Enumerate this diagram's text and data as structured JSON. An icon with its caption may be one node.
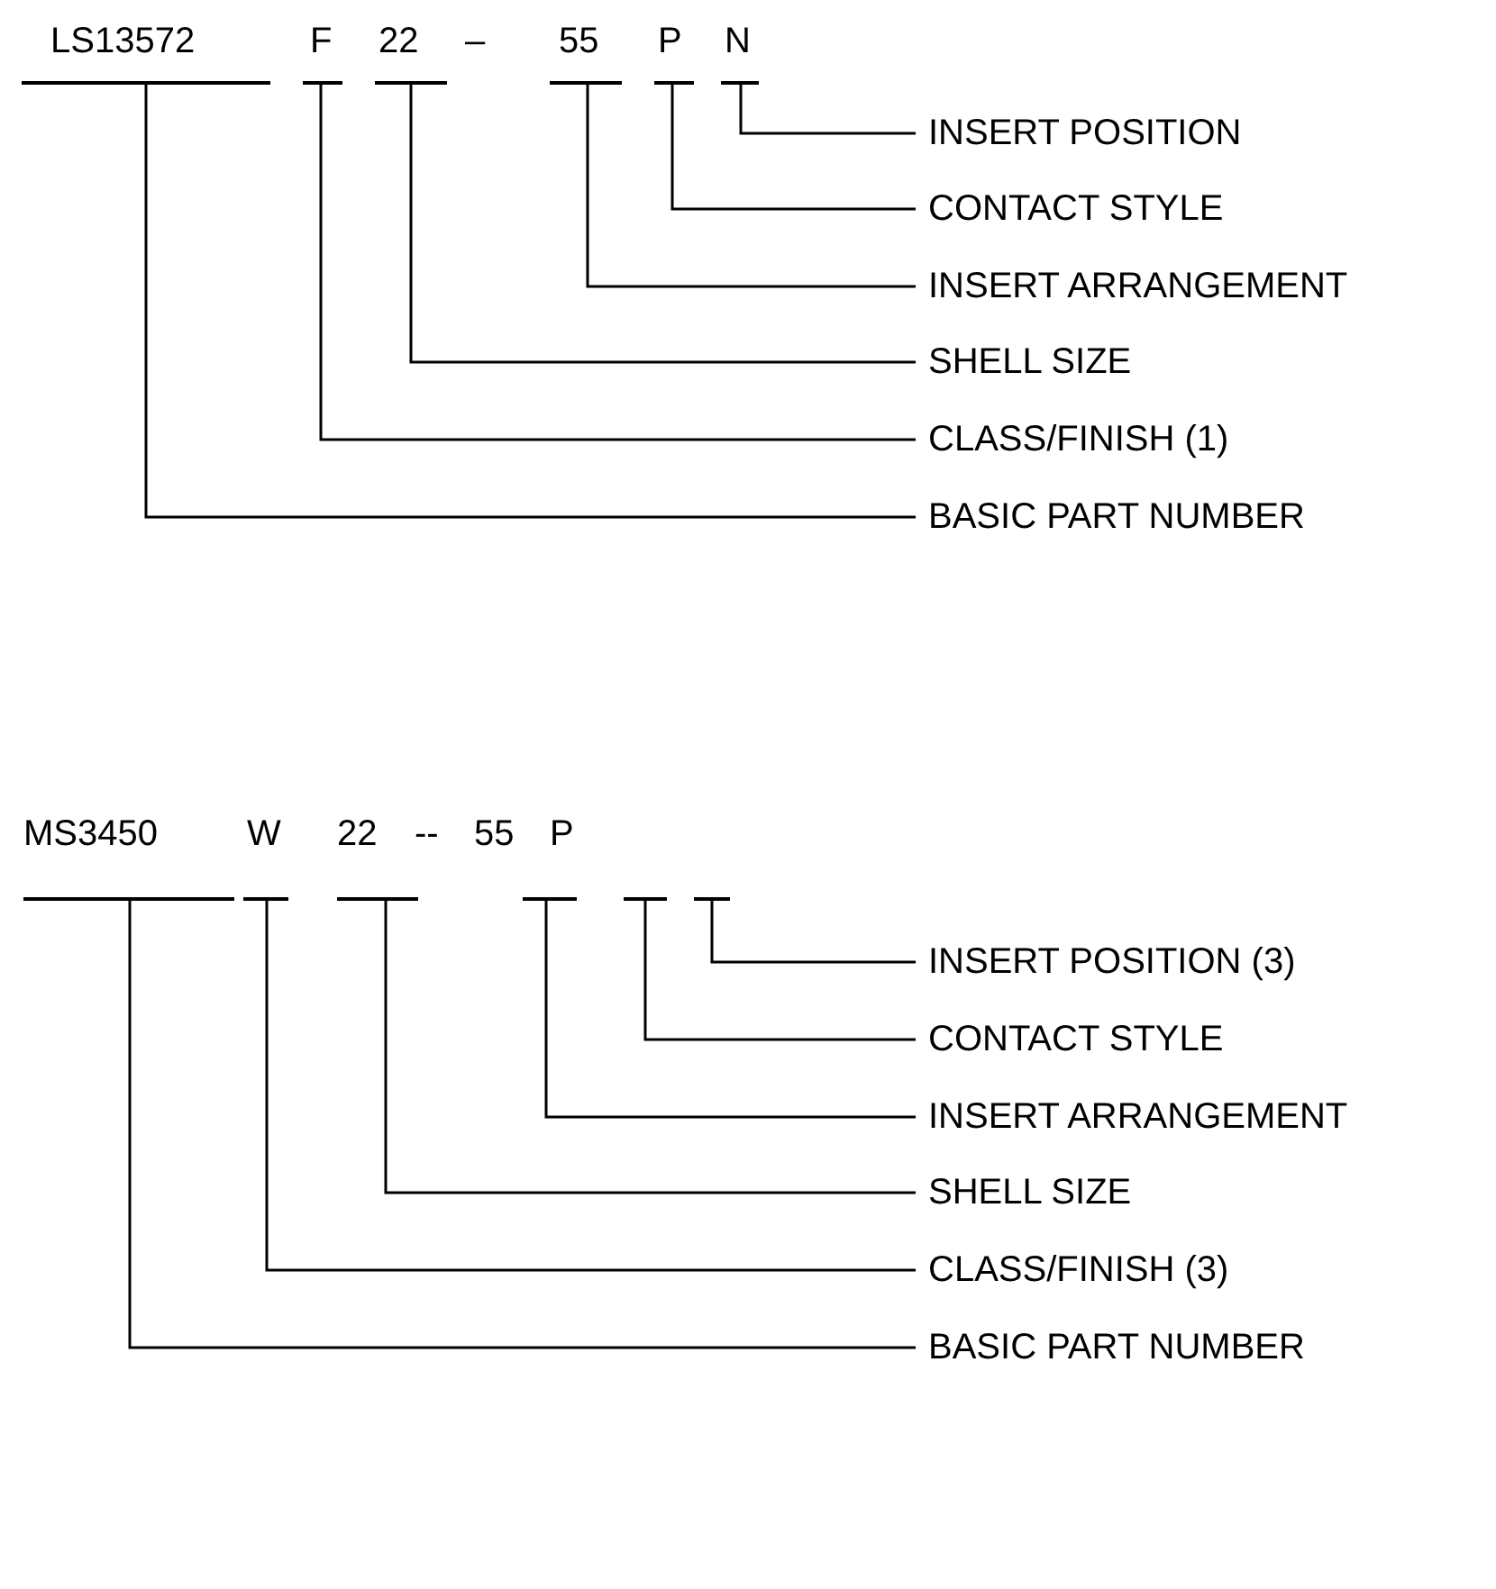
{
  "diagram": {
    "nodes": [
      {
        "text": [
          "LS13572"
        ]
      },
      {
        "text": [
          "F"
        ]
      },
      {
        "text": [
          "22"
        ]
      },
      {
        "text": [
          "55"
        ]
      },
      {
        "text": [
          "P"
        ]
      },
      {
        "text": [
          "N"
        ]
      },
      {
        "text": [
          "INSERT POSITION"
        ]
      },
      {
        "text": [
          "CONTACT STYLE"
        ]
      },
      {
        "text": [
          "INSERT ARRANGEMENT"
        ]
      },
      {
        "text": [
          "SHELL SIZE"
        ]
      },
      {
        "text": [
          "CLASS/FINISH (1)"
        ]
      },
      {
        "text": [
          "BASIC PART NUMBER"
        ]
      },
      {
        "text": [
          "MS3450"
        ]
      },
      {
        "text": [
          "W"
        ]
      },
      {
        "text": [
          "22"
        ]
      },
      {
        "text": [
          "P"
        ]
      },
      {
        "text": [],
        "shape": "bar"
      },
      {
        "text": [],
        "shape": "bar"
      },
      {
        "text": [
          "INSERT POSITION (3)"
        ]
      },
      {
        "text": [
          "CONTACT STYLE"
        ]
      },
      {
        "text": [
          "INSERT ARRANGEMENT"
        ]
      },
      {
        "text": [
          "SHELL SIZE"
        ]
      },
      {
        "text": [
          "CLASS/FINISH (3)"
        ]
      },
      {
        "text": [
          "BASIC PART NUMBER"
        ]
      }
    ],
    "edges": [
      {
        "from": 5,
        "to": 6,
        "arrow": "none"
      },
      {
        "from": 4,
        "to": 7,
        "arrow": "none"
      },
      {
        "from": 3,
        "to": 8,
        "arrow": "none"
      },
      {
        "from": 2,
        "to": 9,
        "arrow": "none"
      },
      {
        "from": 1,
        "to": 10,
        "arrow": "none"
      },
      {
        "from": 0,
        "to": 11,
        "arrow": "none"
      },
      {
        "from": 17,
        "to": 18,
        "arrow": "none"
      },
      {
        "from": 16,
        "to": 19,
        "arrow": "none"
      },
      {
        "from": 15,
        "to": 20,
        "arrow": "none"
      },
      {
        "from": 14,
        "to": 21,
        "arrow": "none"
      },
      {
        "from": 13,
        "to": 22,
        "arrow": "none"
      },
      {
        "from": 12,
        "to": 23,
        "arrow": "none"
      }
    ],
    "labels": [
      "–",
      "--",
      "55"
    ]
  }
}
